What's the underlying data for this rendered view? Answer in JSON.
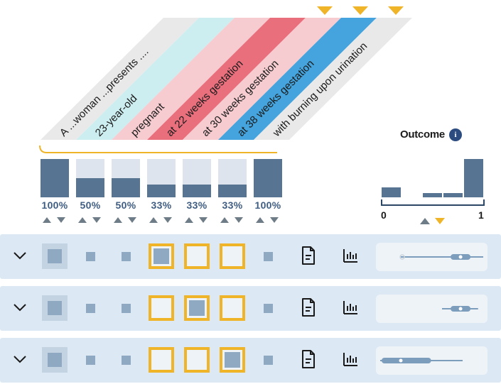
{
  "tokens": [
    {
      "text": "A ...woman ...presents ....",
      "color": "#e9e9e9",
      "text_color": "#1a1a1a",
      "flag": false
    },
    {
      "text": "23-year-old",
      "color": "#cdeef0",
      "text_color": "#1a1a1a",
      "flag": false
    },
    {
      "text": "pregnant",
      "color": "#f6ccd0",
      "text_color": "#1a1a1a",
      "flag": false
    },
    {
      "text": "at 22 weeks gestation",
      "color": "#e96f7d",
      "text_color": "#1a1a1a",
      "flag": false
    },
    {
      "text": "at 30 weeks gestation",
      "color": "#f6ccd0",
      "text_color": "#1a1a1a",
      "flag": true
    },
    {
      "text": "at 38 weeks gestation",
      "color": "#45a4dd",
      "text_color": "#1a1a1a",
      "flag": true
    },
    {
      "text": "with burning upon urination",
      "color": "#e9e9e9",
      "text_color": "#1a1a1a",
      "flag": true
    }
  ],
  "stats": [
    {
      "label": "100%",
      "value": 1.0
    },
    {
      "label": "50%",
      "value": 0.5
    },
    {
      "label": "50%",
      "value": 0.5
    },
    {
      "label": "33%",
      "value": 0.33
    },
    {
      "label": "33%",
      "value": 0.33
    },
    {
      "label": "33%",
      "value": 0.33
    },
    {
      "label": "100%",
      "value": 1.0
    }
  ],
  "outcome": {
    "title": "Outcome",
    "info_icon": "i",
    "axis_min": "0",
    "axis_max": "1",
    "histogram": [
      0.25,
      0,
      0.12,
      0.12,
      1.0
    ]
  },
  "rows": [
    {
      "cells": [
        "big",
        "small",
        "small",
        "ring-filled",
        "ring",
        "ring",
        "small"
      ],
      "range": [
        0.2,
        1.0
      ],
      "median": 0.78,
      "hollow": true
    },
    {
      "cells": [
        "big",
        "small",
        "small",
        "ring",
        "ring-filled",
        "ring",
        "small"
      ],
      "range": [
        0.6,
        0.95
      ],
      "median": 0.78,
      "hollow": false
    },
    {
      "cells": [
        "big",
        "small",
        "small",
        "ring",
        "ring",
        "ring-filled",
        "small"
      ],
      "range": [
        0.0,
        0.8
      ],
      "median": 0.2,
      "hollow": false
    }
  ],
  "colors": {
    "accent": "#f0b429",
    "bar": "#587493",
    "row_bg": "#dce8f3",
    "cell": "#8fa9c2"
  },
  "icons": {
    "expand": "chevron-down-icon",
    "document": "document-icon",
    "chart": "bar-chart-icon",
    "info": "info-icon"
  }
}
